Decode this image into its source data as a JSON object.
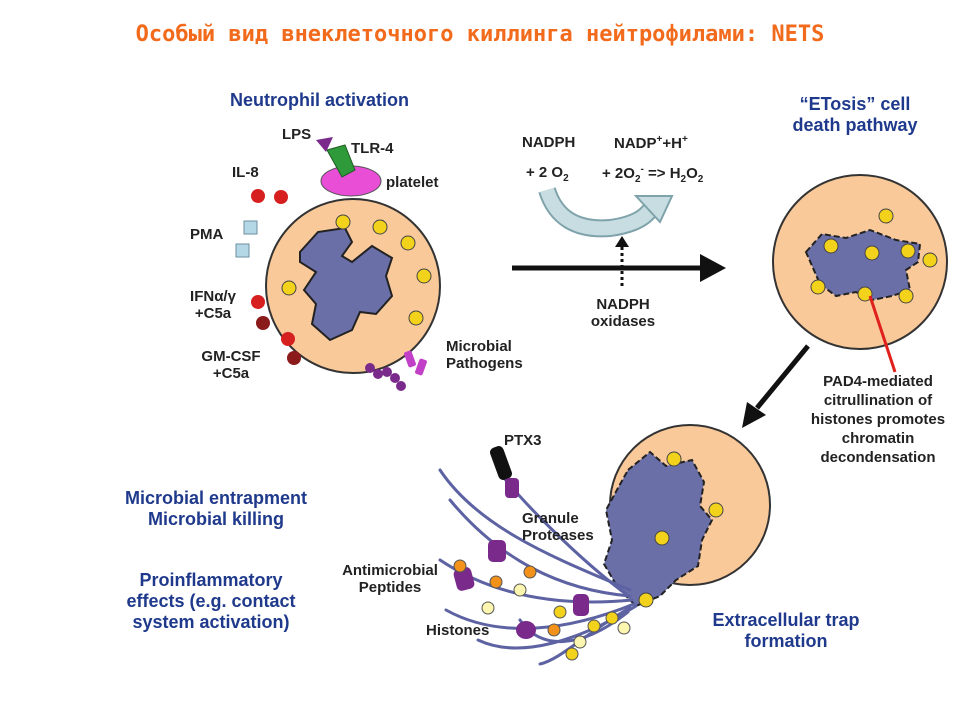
{
  "title": "Особый вид внеклеточного киллинга нейтрофилами: NETS",
  "labels": {
    "neutrophil_activation": "Neutrophil activation",
    "lps": "LPS",
    "tlr4": "TLR-4",
    "platelet": "platelet",
    "il8": "IL-8",
    "pma": "PMA",
    "ifn_line1": "IFNα/γ",
    "ifn_line2": "+C5a",
    "gmcsf_line1": "GM-CSF",
    "gmcsf_line2": "+C5a",
    "microbial_pathogens_line1": "Microbial",
    "microbial_pathogens_line2": "Pathogens",
    "nadph_left": "NADPH",
    "o2_left": "+ 2 O",
    "o2_sub": "2",
    "nadp_right": "NADP",
    "nadp_sup": "+",
    "nadp_h": "+H",
    "nadp_h_sup": "+",
    "reaction_right_1": "+ 2O",
    "reaction_right_sub1": "2",
    "reaction_right_sup": "-",
    "reaction_right_2": " => H",
    "reaction_right_sub2": "2",
    "reaction_right_3": "O",
    "reaction_right_sub3": "2",
    "nadph_oxidases_line1": "NADPH",
    "nadph_oxidases_line2": "oxidases",
    "etosis_line1": "“ETosis” cell",
    "etosis_line2": "death pathway",
    "pad4_line1": "PAD4-mediated",
    "pad4_line2": "citrullination of",
    "pad4_line3": "histones promotes",
    "pad4_line4": "chromatin",
    "pad4_line5": "decondensation",
    "ptx3": "PTX3",
    "granule_line1": "Granule",
    "granule_line2": "Proteases",
    "antimicrobial_line1": "Antimicrobial",
    "antimicrobial_line2": "Peptides",
    "histones": "Histones",
    "entrapment": "Microbial entrapment",
    "killing": "Microbial killing",
    "proinflammatory_line1": "Proinflammatory",
    "proinflammatory_line2": "effects (e.g. contact",
    "proinflammatory_line3": "system activation)",
    "trap_line1": "Extracellular trap",
    "trap_line2": "formation"
  },
  "colors": {
    "title": "#f26a1b",
    "blue_text": "#1f3a8c",
    "cytoplasm": "#f9c99a",
    "nucleus": "#6b6fa8",
    "granule": "#f2d21b",
    "il8": "#d61f1f",
    "ifn": "#8b1a1a",
    "pma": "#b5d8e6",
    "platelet": "#e84fd6",
    "tlr4": "#2f9a3a",
    "pathogen": "#7a2a8a",
    "arrow": "#111111",
    "reaction_arrow": "#a9c4c9",
    "pad4_line": "#e0201b"
  }
}
